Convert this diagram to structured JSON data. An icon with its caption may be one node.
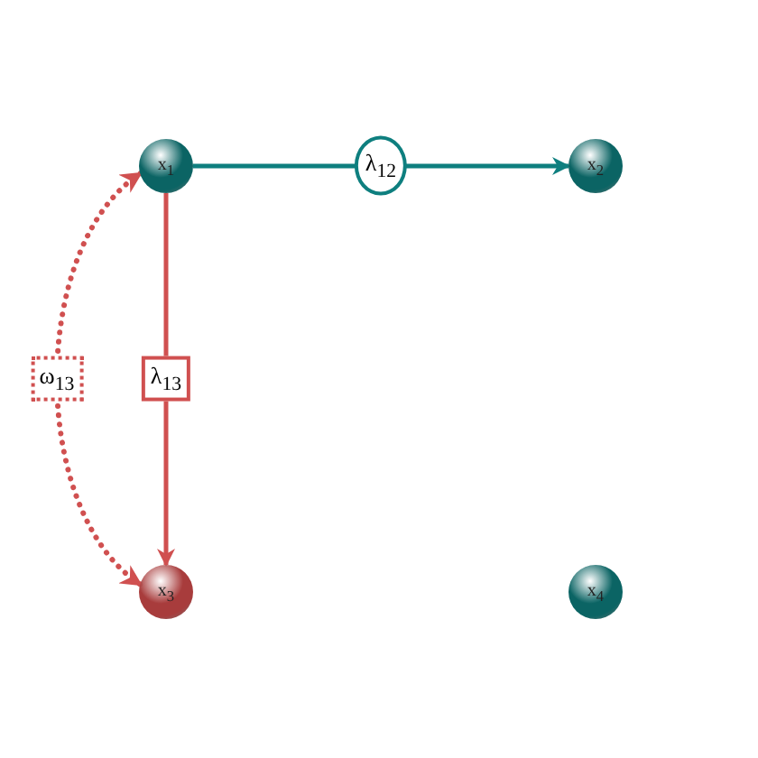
{
  "diagram": {
    "nodes": [
      {
        "text": [
          "x$_{1}$"
        ]
      },
      {
        "text": [
          "x$_{2}$"
        ]
      },
      {
        "text": [
          "x$_{3}$"
        ]
      },
      {
        "text": [
          "x$_{4}$"
        ]
      }
    ],
    "edges": [
      {
        "from": 0,
        "to": 1,
        "arrow": "to",
        "label": "λ$_{12}$",
        "color": "#0e7f7f"
      },
      {
        "from": 0,
        "to": 2,
        "arrow": "to",
        "label": "λ$_{13}$",
        "color": "#d05050"
      },
      {
        "from": 0,
        "to": 2,
        "arrow": "both",
        "label": "ω$_{13}$",
        "style": "dashed",
        "color": "#d05050"
      }
    ]
  }
}
